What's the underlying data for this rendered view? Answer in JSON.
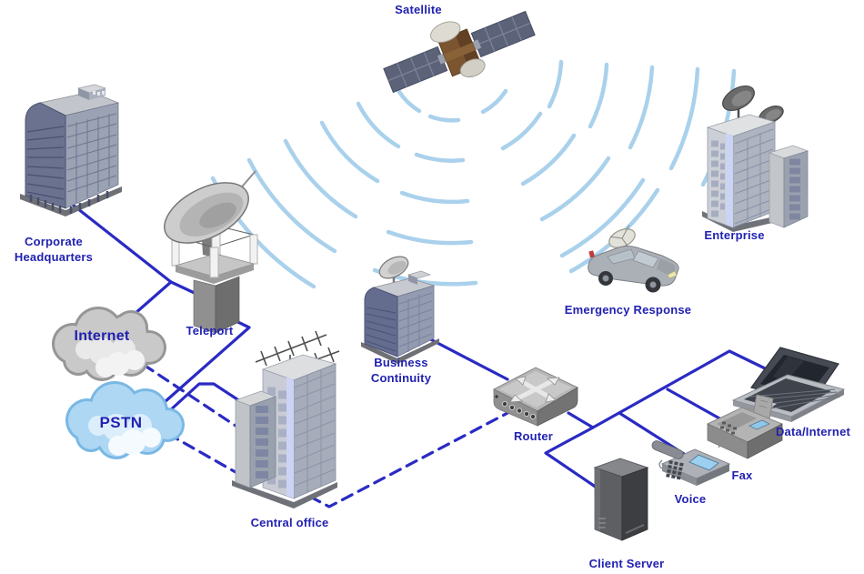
{
  "colors": {
    "background": "#ffffff",
    "connection_line": "#2a2ac4",
    "label_text": "#2121b2",
    "radio_waves": "#a6cfeb",
    "internet_cloud_fill": "#c9c9c9",
    "pstn_cloud_fill": "#aed7f4"
  },
  "nodes": {
    "satellite": {
      "label": "Satellite"
    },
    "corporate_headquarters": {
      "line1": "Corporate",
      "line2": "Headquarters"
    },
    "teleport": {
      "label": "Teleport"
    },
    "internet": {
      "label": "Internet"
    },
    "pstn": {
      "label": "PSTN"
    },
    "central_office": {
      "label": "Central office"
    },
    "business_continuity": {
      "line1": "Business",
      "line2": "Continuity"
    },
    "router": {
      "label": "Router"
    },
    "enterprise": {
      "label": "Enterprise"
    },
    "emergency_response": {
      "label": "Emergency Response"
    },
    "data_internet": {
      "label": "Data/Internet"
    },
    "fax": {
      "label": "Fax"
    },
    "voice": {
      "label": "Voice"
    },
    "client_server": {
      "label": "Client Server"
    }
  },
  "connections": [
    {
      "from": "Corporate Headquarters",
      "to": "Teleport",
      "style": "solid"
    },
    {
      "from": "Corporate Headquarters",
      "to": "Internet",
      "style": "solid"
    },
    {
      "from": "Teleport",
      "to": "PSTN",
      "style": "solid"
    },
    {
      "from": "PSTN",
      "to": "Central office",
      "style": "solid"
    },
    {
      "from": "Internet",
      "to": "Central office",
      "style": "dashed"
    },
    {
      "from": "PSTN",
      "to": "Central office",
      "style": "dashed"
    },
    {
      "from": "Central office",
      "to": "Router",
      "style": "dashed"
    },
    {
      "from": "Business Continuity",
      "to": "Router",
      "style": "solid"
    },
    {
      "from": "Router",
      "to": "Client Server",
      "style": "solid"
    },
    {
      "from": "Router",
      "to": "Voice",
      "style": "solid"
    },
    {
      "from": "Router",
      "to": "Fax",
      "style": "solid"
    },
    {
      "from": "Router",
      "to": "Data/Internet",
      "style": "solid"
    },
    {
      "from": "Satellite",
      "to": "Teleport",
      "style": "radio-waves"
    },
    {
      "from": "Satellite",
      "to": "Business Continuity",
      "style": "radio-waves"
    },
    {
      "from": "Satellite",
      "to": "Emergency Response",
      "style": "radio-waves"
    },
    {
      "from": "Satellite",
      "to": "Enterprise",
      "style": "radio-waves"
    }
  ]
}
